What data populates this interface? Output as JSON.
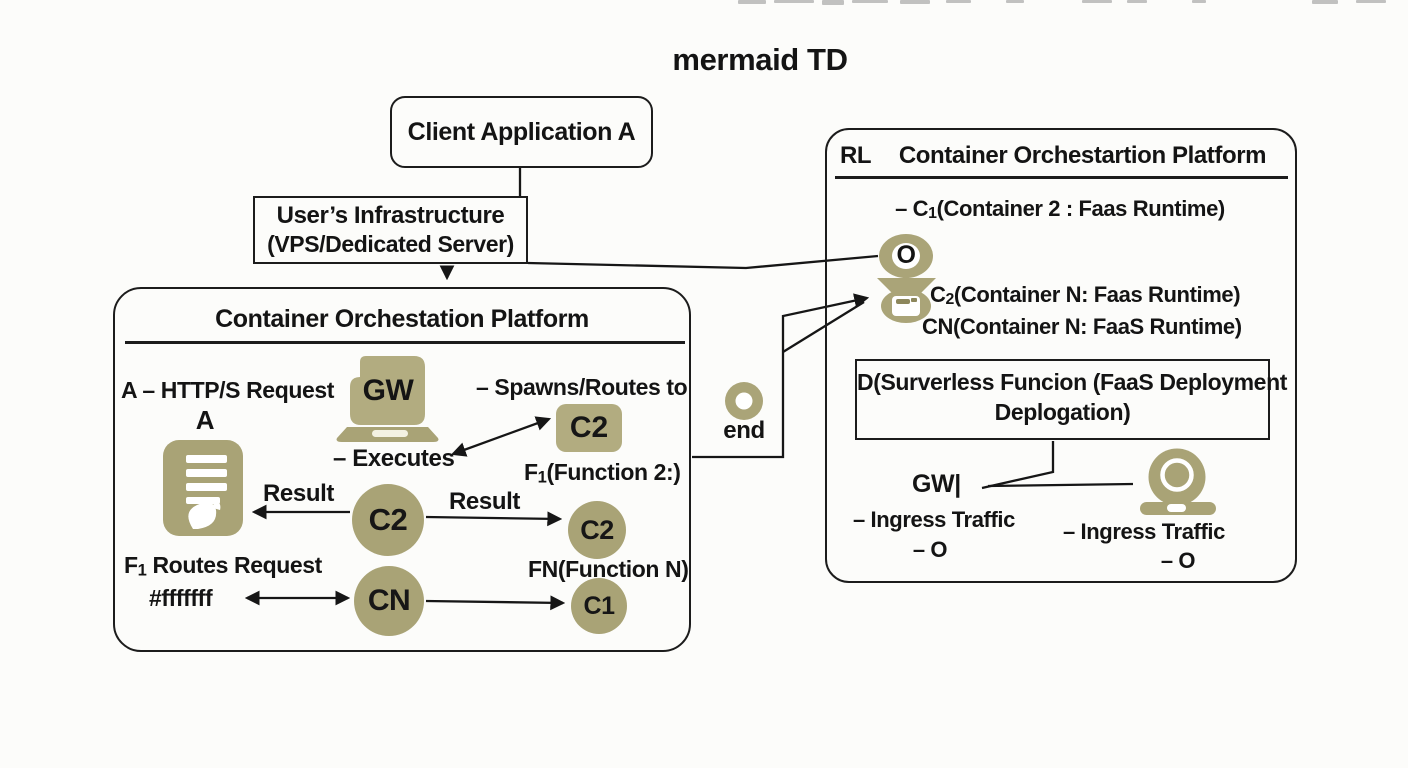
{
  "page": {
    "title": "mermaid TD"
  },
  "client_app": {
    "label": "Client Application A"
  },
  "user_infra": {
    "line1": "User’s Infrastructure",
    "line2": "(VPS/Dedicated Server)"
  },
  "left_panel": {
    "title": "Container Orchestation Platform",
    "http_request": "A – HTTP/S Request",
    "a_label": "A",
    "gw_icon_label": "GW",
    "spawns_label": "– Spawns/Routes to",
    "c2_box_label": "C2",
    "executes_label": "– Executes",
    "f1_function": {
      "pre": "F",
      "sub": "1",
      "post": "(Function 2:)"
    },
    "result_left": "Result",
    "result_right": "Result",
    "c2_mid_label": "C2",
    "c2_right_label": "C2",
    "f1_routes": {
      "pre": "F",
      "sub": "1",
      "post": " Routes Request"
    },
    "hash_label": "#fffffff",
    "cn_label": "CN",
    "fn_function": "FN(Function N)",
    "c1_label": "C1"
  },
  "end_node": {
    "label": "end"
  },
  "right_panel": {
    "corner_label": "RL",
    "title": "Container Orchestartion Platform",
    "c1_line": {
      "pre": "– C",
      "sub": "1",
      "post": "(Container 2 : Faas Runtime)"
    },
    "o_node_label": "O",
    "c2_line": {
      "pre": "C",
      "sub": "2",
      "post": "(Container N: Faas Runtime)"
    },
    "cn_line": "CN(Container N: FaaS Runtime)",
    "d_box": {
      "line1": "D(Surverless Funcion (FaaS Deployment",
      "line2": "Deplogation)"
    },
    "gw_label": "GW|",
    "ingress_left": "– Ingress Traffic",
    "o_left": "– O",
    "ingress_right": "– Ingress Traffic",
    "o_right": "– O"
  },
  "colors": {
    "ink": "#141414",
    "olive": "#a9a376",
    "olive_light": "#b2ac80",
    "background": "#fcfcfa"
  }
}
